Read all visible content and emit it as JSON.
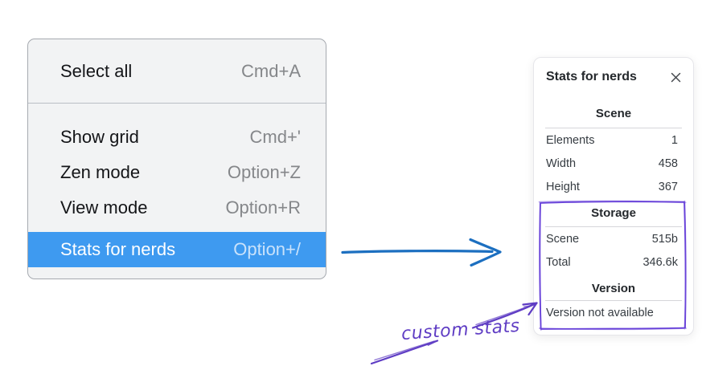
{
  "menu": {
    "items": [
      {
        "label": "Select all",
        "shortcut": "Cmd+A",
        "highlighted": false
      },
      {
        "label": "Show grid",
        "shortcut": "Cmd+'",
        "highlighted": false
      },
      {
        "label": "Zen mode",
        "shortcut": "Option+Z",
        "highlighted": false
      },
      {
        "label": "View mode",
        "shortcut": "Option+R",
        "highlighted": false
      },
      {
        "label": "Stats for nerds",
        "shortcut": "Option+/",
        "highlighted": true
      }
    ]
  },
  "panel": {
    "title": "Stats for nerds",
    "sections": [
      {
        "title": "Scene",
        "rows": [
          {
            "label": "Elements",
            "value": "1"
          },
          {
            "label": "Width",
            "value": "458"
          },
          {
            "label": "Height",
            "value": "367"
          }
        ]
      },
      {
        "title": "Storage",
        "rows": [
          {
            "label": "Scene",
            "value": "515b"
          },
          {
            "label": "Total",
            "value": "346.6k"
          }
        ]
      },
      {
        "title": "Version",
        "note": "Version not available"
      }
    ]
  },
  "annotations": {
    "custom_stats_label": "custom stats"
  },
  "colors": {
    "menu_highlight": "#3e9af0",
    "blue_arrow": "#1c6fc0",
    "annotation_purple": "#5f3dc4",
    "annotation_box_purple": "#6741d9"
  }
}
